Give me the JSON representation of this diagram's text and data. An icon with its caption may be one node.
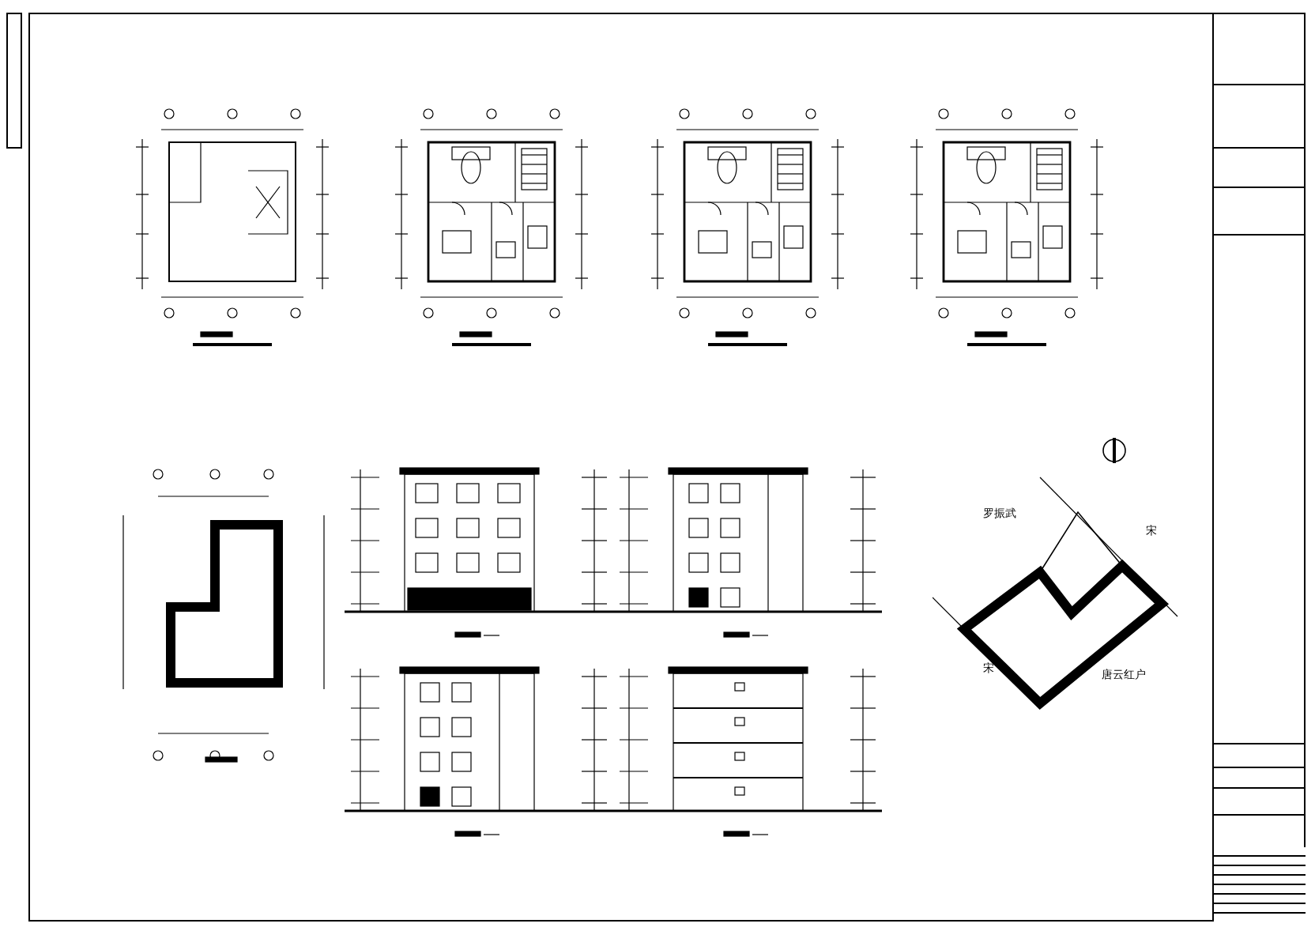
{
  "diagram": {
    "labels": [
      "罗振武",
      "宋",
      "宋",
      "唐云红户"
    ]
  }
}
